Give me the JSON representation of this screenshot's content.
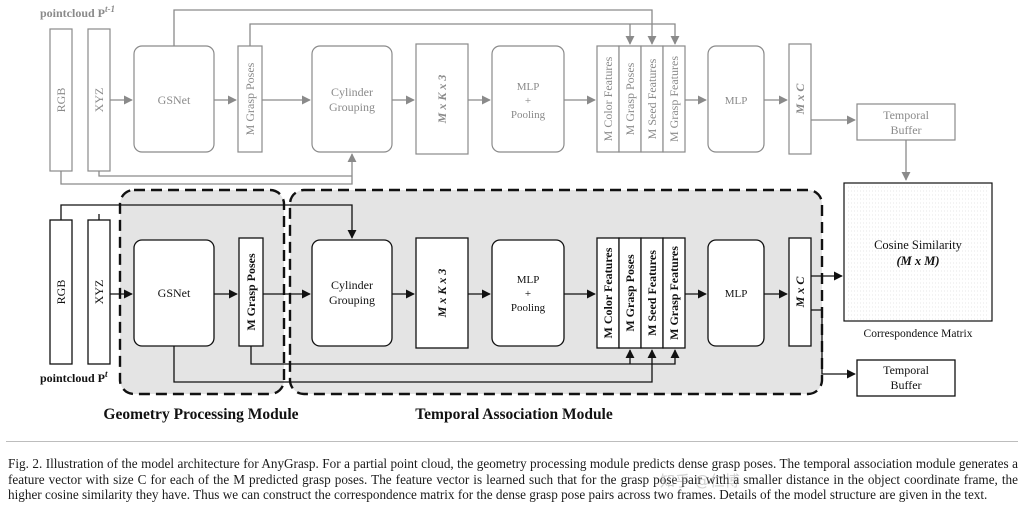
{
  "top_row": {
    "pointcloud_label": "pointcloud P",
    "pointcloud_sup": "t-1",
    "rgb": "RGB",
    "xyz": "XYZ",
    "gsnet": "GSNet",
    "grasp_poses": "M Grasp Poses",
    "cylinder_1": "Cylinder",
    "cylinder_2": "Grouping",
    "mkx3": "M x K x 3",
    "mlp_pool_1": "MLP",
    "mlp_pool_2": "+",
    "mlp_pool_3": "Pooling",
    "color_features": "M Color Features",
    "grasp_poses_2": "M Grasp Poses",
    "seed_features": "M Seed Features",
    "grasp_features": "M Grasp Features",
    "mlp": "MLP",
    "mxc": "M x C",
    "temporal_1": "Temporal",
    "temporal_2": "Buffer"
  },
  "bottom_row": {
    "pointcloud_label": "pointcloud P",
    "pointcloud_sup": "t",
    "rgb": "RGB",
    "xyz": "XYZ",
    "gsnet": "GSNet",
    "grasp_poses": "M Grasp Poses",
    "cylinder_1": "Cylinder",
    "cylinder_2": "Grouping",
    "mkx3": "M x K x 3",
    "mlp_pool_1": "MLP",
    "mlp_pool_2": "+",
    "mlp_pool_3": "Pooling",
    "color_features": "M Color Features",
    "grasp_poses_2": "M Grasp Poses",
    "seed_features": "M Seed Features",
    "grasp_features": "M Grasp Features",
    "mlp": "MLP",
    "mxc": "M x C",
    "temporal_1": "Temporal",
    "temporal_2": "Buffer"
  },
  "cosine": {
    "line1": "Cosine Similarity",
    "line2": "(M x M)",
    "label": "Correspondence Matrix"
  },
  "modules": {
    "geometry": "Geometry Processing Module",
    "temporal": "Temporal Association Module"
  },
  "caption": "Fig. 2.  Illustration of the model architecture for AnyGrasp. For a partial point cloud, the geometry processing module predicts dense grasp poses. The temporal association module generates a feature vector with size C for each of the M predicted grasp poses. The feature vector is learned such that for the grasp pose pair with a smaller distance in the object coordinate frame, the higher cosine similarity they have. Thus we can construct the correspondence matrix for the dense grasp pose pairs across two frames. Details of the model structure are given in the text.",
  "watermark": "知乎 @仁博"
}
